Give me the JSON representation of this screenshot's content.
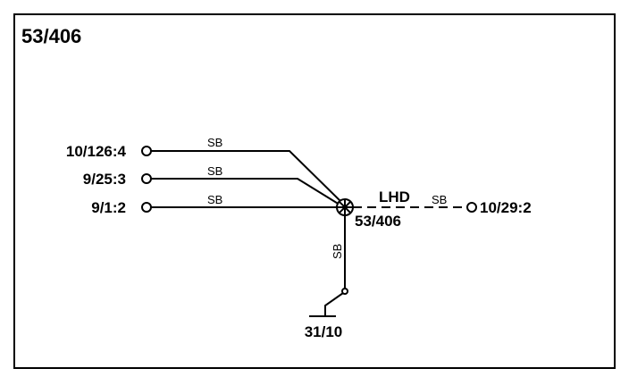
{
  "title": "53/406",
  "terminals": {
    "t1": "10/126:4",
    "t2": "9/25:3",
    "t3": "9/1:2",
    "right": "10/29:2",
    "ground": "31/10"
  },
  "splice": {
    "label": "53/406"
  },
  "wires": {
    "w1": "SB",
    "w2": "SB",
    "w3": "SB",
    "w_right": "SB",
    "w_down": "SB"
  },
  "lhd_label": "LHD"
}
